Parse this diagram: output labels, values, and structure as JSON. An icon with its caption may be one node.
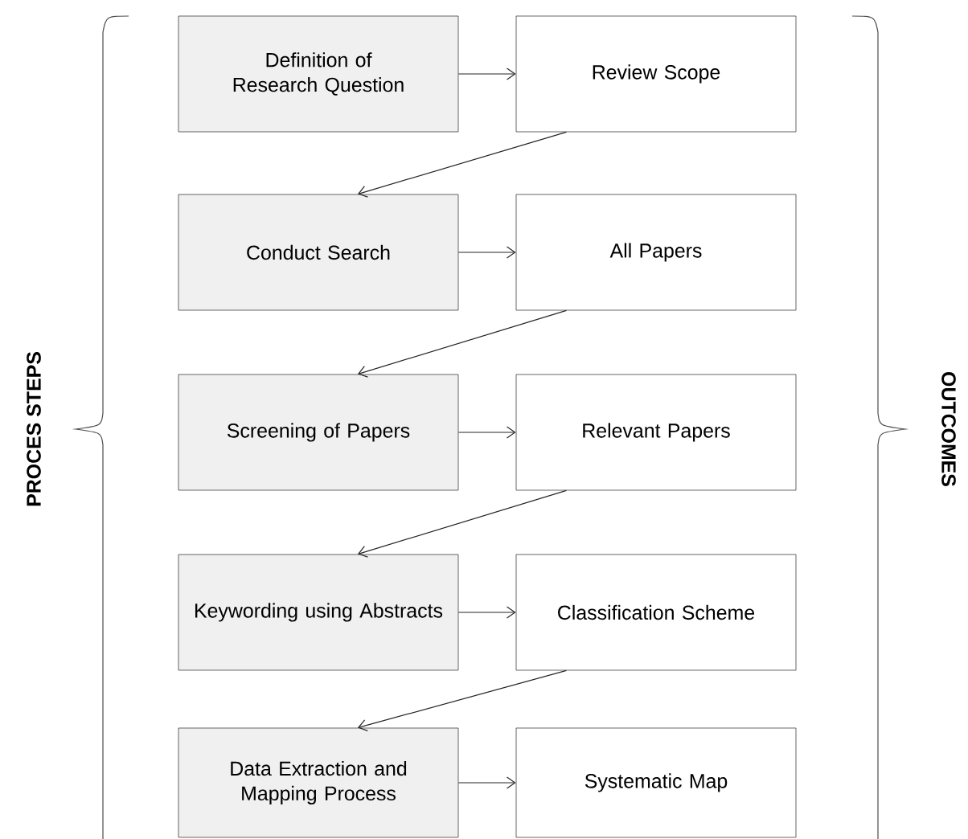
{
  "diagram": {
    "nodes": [
      {
        "text": [
          "Definition of Research Question"
        ]
      },
      {
        "text": [
          "Review Scope"
        ]
      },
      {
        "text": [
          "Conduct Search"
        ]
      },
      {
        "text": [
          "All Papers"
        ]
      },
      {
        "text": [
          "Screening of Papers"
        ]
      },
      {
        "text": [
          "Relevant Papers"
        ]
      },
      {
        "text": [
          "Keywording using Abstracts"
        ]
      },
      {
        "text": [
          "Classification Scheme"
        ]
      },
      {
        "text": [
          "Data Extraction and Mapping Process"
        ]
      },
      {
        "text": [
          "Systematic Map"
        ]
      }
    ],
    "edges": [
      {
        "from": 0,
        "to": 1,
        "arrow": "to"
      },
      {
        "from": 1,
        "to": 2,
        "arrow": "to"
      },
      {
        "from": 2,
        "to": 3,
        "arrow": "to"
      },
      {
        "from": 3,
        "to": 4,
        "arrow": "to"
      },
      {
        "from": 4,
        "to": 5,
        "arrow": "to"
      },
      {
        "from": 5,
        "to": 6,
        "arrow": "to"
      },
      {
        "from": 6,
        "to": 7,
        "arrow": "to"
      },
      {
        "from": 7,
        "to": 8,
        "arrow": "to"
      },
      {
        "from": 8,
        "to": 9,
        "arrow": "to"
      }
    ],
    "labels": [
      "PROCES STEPS",
      "OUTCOMES"
    ]
  }
}
